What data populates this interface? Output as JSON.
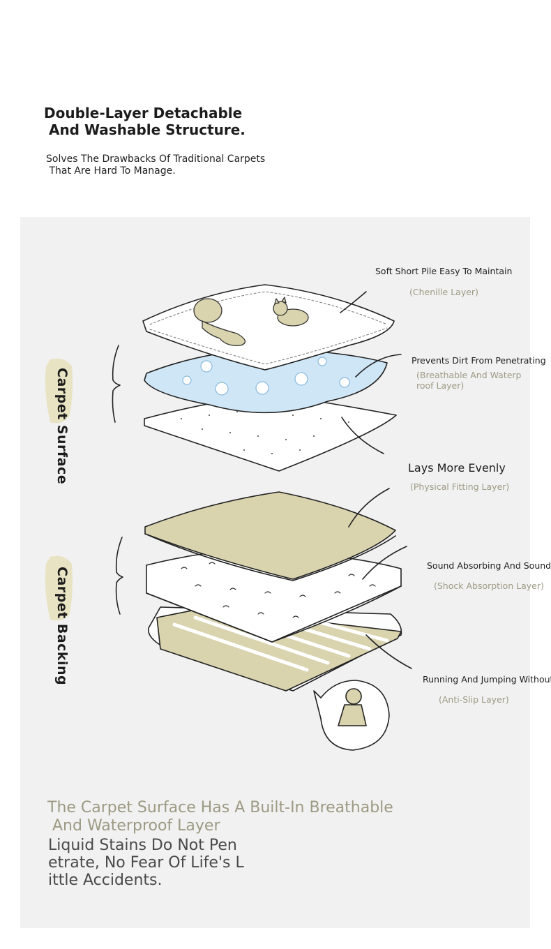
{
  "header": {
    "title": "Double-Layer Detachable\n And Washable Structure.",
    "subtitle": "Solves The Drawbacks Of Traditional Carpets\n That Are Hard To Manage."
  },
  "groups": {
    "surface": "Carpet Surface",
    "backing": "Carpet Backing"
  },
  "layers": [
    {
      "title": "Soft Short Pile Easy To Maintain",
      "name": "(Chenille Layer)"
    },
    {
      "title": "Prevents Dirt From Penetrating",
      "name": "(Breathable And Waterp\nroof Layer)"
    },
    {
      "title": "Lays More Evenly",
      "name": "(Physical Fitting Layer)"
    },
    {
      "title": "Sound Absorbing And Soundproof",
      "name": "(Shock Absorption Layer)"
    },
    {
      "title": "Running And Jumping Without Damage",
      "name": "(Anti-Slip Layer)"
    }
  ],
  "footer": {
    "highlight": "The Carpet Surface Has A Built-In Breathable\n And Waterproof Layer",
    "body": "Liquid Stains Do Not Pen\netrate, No Fear Of Life's L\nittle Accidents."
  },
  "colors": {
    "panel": "#f1f1f1",
    "khaki": "#d9d3ae",
    "light_blue": "#cfe6f7",
    "muted_text": "#9c9a84"
  }
}
